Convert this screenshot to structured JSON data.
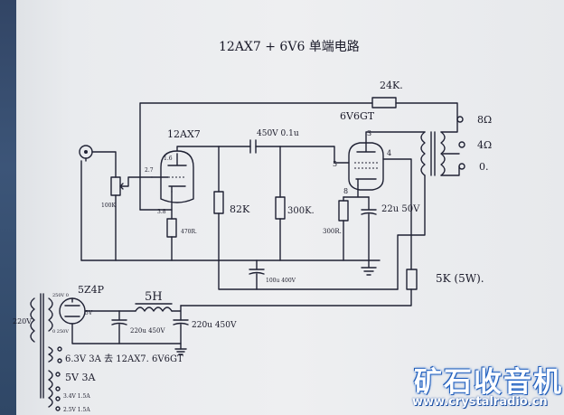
{
  "title": "12AX7 + 6V6 单端电路",
  "tubes": {
    "v1": "12AX7",
    "v2": "6V6GT"
  },
  "labels": {
    "fb_resistor": "24K.",
    "coupling_cap": "450V 0.1u",
    "plate_res": "82K",
    "grid_res": "300K.",
    "cathode_res": "470R.",
    "out_cathode_res": "300R.",
    "out_cathode_cap": "22u 50V",
    "volume_pot": "100K",
    "filter_cap": "100u 400V",
    "dropping_res": "5K (5W).",
    "tap8": "8Ω",
    "tap4": "4Ω",
    "tap0": "0.",
    "v1_pin_plate": "1.6",
    "v1_pin_grid": "2.7",
    "v1_pin_cathode": "3.8",
    "v2_pin3": "3",
    "v2_pin4": "4",
    "v2_pin5": "5",
    "v2_pin8": "8",
    "rectifier": "5Z4P",
    "rect_pin_a": "250V 0",
    "rect_pin_b": "0 250V",
    "rect_pin_5v": "5V",
    "choke": "5H",
    "ps_cap1": "220u 450V",
    "ps_cap2": "220u 450V",
    "mains": "220V",
    "heater": "6.3V 3A 去 12AX7. 6V6GT",
    "fil_5v": "5V 3A",
    "fil_34": "3.4V 1.5A",
    "fil_25": "2.5V 1.5A"
  },
  "logo": {
    "cn": "矿石收音机",
    "url": "www.crystalradio.cn"
  },
  "colors": {
    "ink": "#1f2133",
    "paper": "#eceef0",
    "logo_blue": "#1a4fa5"
  }
}
